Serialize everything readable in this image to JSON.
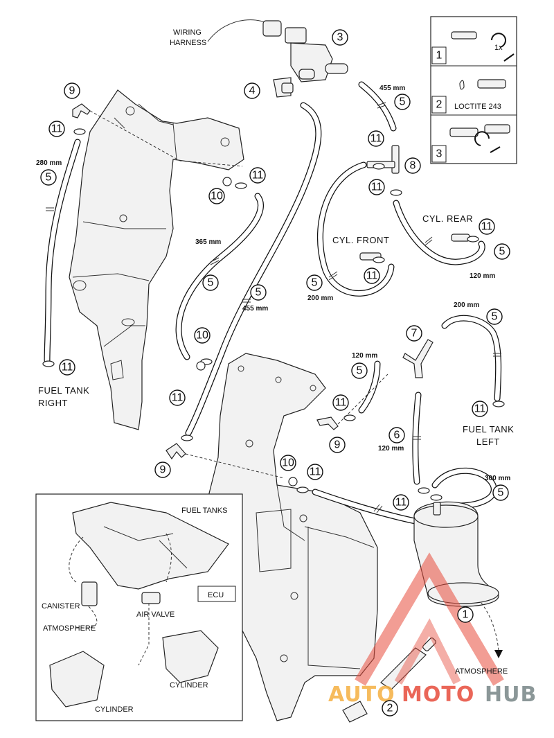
{
  "labels": {
    "wiring_harness_1": "WIRING",
    "wiring_harness_2": "HARNESS",
    "fuel_tank_right_1": "FUEL TANK",
    "fuel_tank_right_2": "RIGHT",
    "fuel_tank_left_1": "FUEL TANK",
    "fuel_tank_left_2": "LEFT",
    "cyl_front": "CYL. FRONT",
    "cyl_rear": "CYL. REAR",
    "atmosphere": "ATMOSPHERE",
    "loctite": "LOCTITE 243",
    "one_x": "1x"
  },
  "dimensions": {
    "d280": "280 mm",
    "d455a": "455 mm",
    "d455b": "455 mm",
    "d365": "365 mm",
    "d200a": "200 mm",
    "d200b": "200 mm",
    "d120a": "120 mm",
    "d120b": "120 mm",
    "d120c": "120 mm",
    "d300": "300 mm"
  },
  "callouts": {
    "c1": "1",
    "c2": "2",
    "c3": "3",
    "c4": "4",
    "c5": "5",
    "c6": "6",
    "c7": "7",
    "c8": "8",
    "c9": "9",
    "c10": "10",
    "c11": "11"
  },
  "steps": [
    "1",
    "2",
    "3"
  ],
  "inset": {
    "fuel_tanks": "FUEL TANKS",
    "canister": "CANISTER",
    "atmosphere": "ATMOSPHERE",
    "air_valve": "AIR VALVE",
    "ecu": "ECU",
    "cylinder_right": "CYLINDER",
    "cylinder_left": "CYLINDER"
  },
  "watermark": {
    "auto": "AUTO",
    "moto": "MOTO",
    "hub": "HUB",
    "color_auto": "#f5b041",
    "color_moto": "#e74c3c",
    "color_hub": "#7f8c8d",
    "color_triangle": "#e74c3c"
  }
}
